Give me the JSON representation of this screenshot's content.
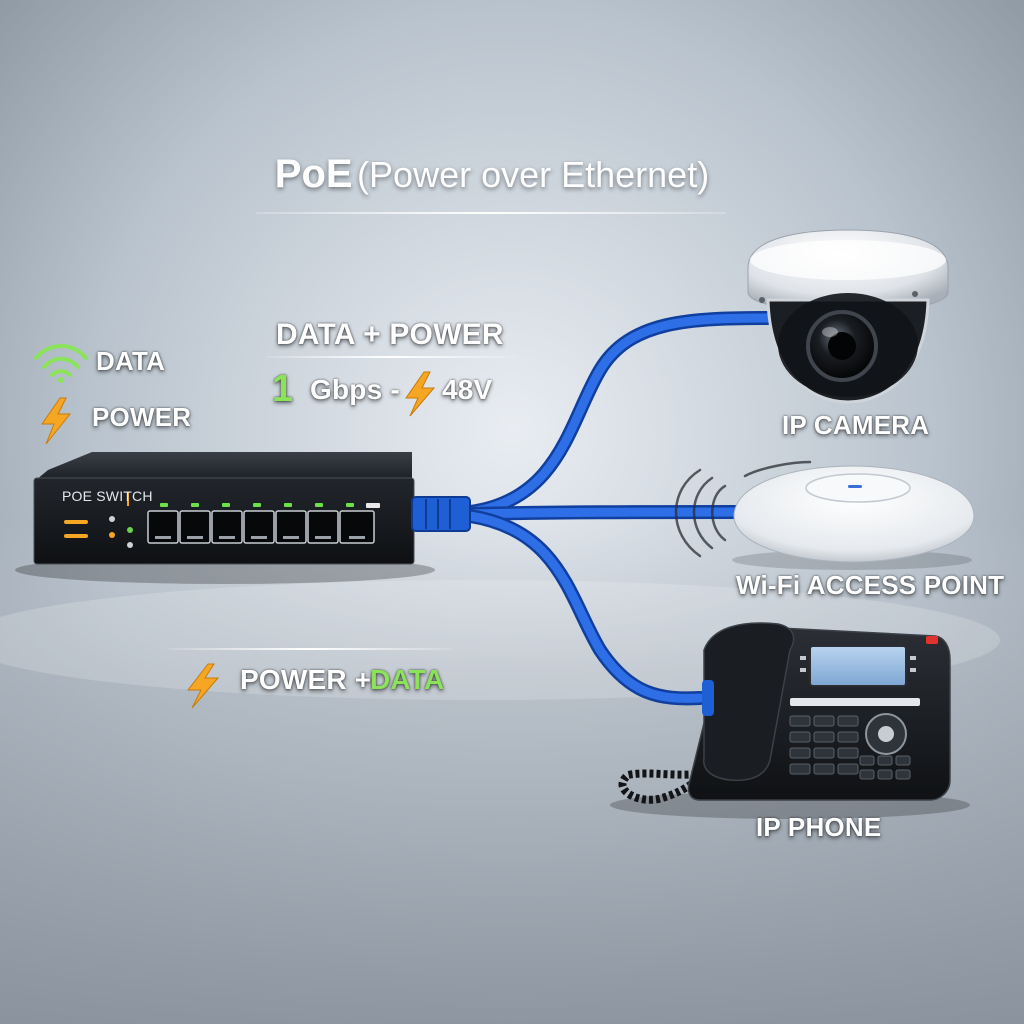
{
  "title": {
    "main": "PoE",
    "sub": "(Power over Ethernet)"
  },
  "legend": {
    "data_label": "DATA",
    "power_label": "POWER",
    "data_icon": "wifi-icon",
    "power_icon": "lightning-bolt-icon"
  },
  "spec": {
    "heading": "DATA + POWER",
    "speed_number": "1",
    "speed_unit": "Gbps -",
    "voltage": "48V"
  },
  "switch": {
    "label": "POE SWITCH",
    "port_count": 7
  },
  "devices": {
    "camera": "IP CAMERA",
    "access_point": "Wi-Fi ACCESS POINT",
    "phone": "IP PHONE"
  },
  "cable_caption": {
    "power": "POWER +",
    "data": "DATA"
  },
  "colors": {
    "cable": "#1f5fd6",
    "data_accent": "#8be35a",
    "power_accent": "#f5a623",
    "switch_body": "#16191e"
  }
}
